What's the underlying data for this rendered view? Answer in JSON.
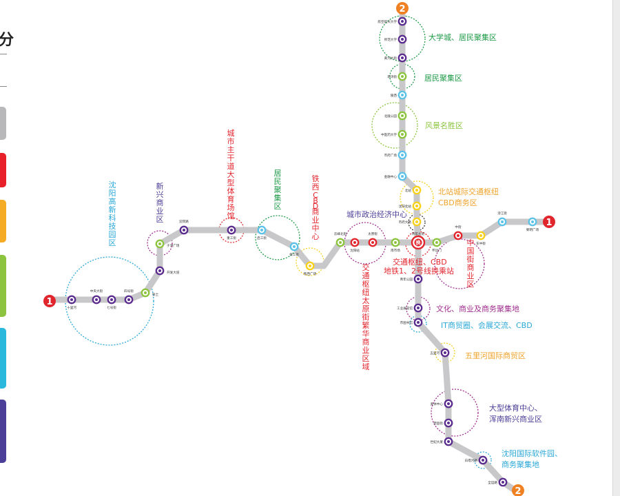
{
  "left_panel": {
    "partial_heading": "分",
    "tabs": [
      {
        "name": "gray",
        "color": "#b8b8ba"
      },
      {
        "name": "red",
        "color": "#e8202a"
      },
      {
        "name": "orange",
        "color": "#f6ab25"
      },
      {
        "name": "green",
        "color": "#8cc33f"
      },
      {
        "name": "cyan",
        "color": "#2ab9dd"
      },
      {
        "name": "purple",
        "color": "#4b3f97"
      }
    ]
  },
  "colors": {
    "track": "#c8c8ca",
    "line1_badge": "#e1252c",
    "line2_badge": "#f08123",
    "purple": "#5b2d8e",
    "green": "#8dc43f",
    "red": "#e3262e",
    "cyan": "#5bc3e8",
    "yellow": "#f7d11b",
    "blue_text": "#2f5597",
    "magenta": "#a02f8f",
    "label_dark_green": "#1e9a47",
    "label_light_green": "#8cc43f",
    "label_orange": "#f0a32b",
    "label_purple": "#4b3f97",
    "label_cyan": "#2aa8d8",
    "label_red": "#e3262e"
  },
  "line_badges": [
    {
      "line": "1",
      "end": "west",
      "color": "#e1252c"
    },
    {
      "line": "1",
      "end": "east",
      "color": "#e1252c"
    },
    {
      "line": "2",
      "end": "north",
      "color": "#f08123"
    },
    {
      "line": "2",
      "end": "south",
      "color": "#f08123"
    }
  ],
  "line1_stations": [
    {
      "name": "十里河",
      "color": "#5b2d8e"
    },
    {
      "name": "中央大街",
      "color": "#5b2d8e"
    },
    {
      "name": "七号街",
      "color": "#5b2d8e"
    },
    {
      "name": "四号街",
      "color": "#5b2d8e"
    },
    {
      "name": "张士",
      "color": "#8dc43f"
    },
    {
      "name": "开发大道",
      "color": "#5b2d8e"
    },
    {
      "name": "于洪广场",
      "color": "#8dc43f"
    },
    {
      "name": "迎宾路",
      "color": "#5b2d8e"
    },
    {
      "name": "重工街",
      "color": "#5b2d8e"
    },
    {
      "name": "启工街",
      "color": "#5bc3e8"
    },
    {
      "name": "保工街",
      "color": "#5bc3e8"
    },
    {
      "name": "铁西广场",
      "color": "#f7d11b"
    },
    {
      "name": "云峰北街",
      "color": "#8dc43f"
    },
    {
      "name": "沈阳站",
      "color": "#e3262e"
    },
    {
      "name": "太原街",
      "color": "#e3262e"
    },
    {
      "name": "南市场",
      "color": "#8dc43f"
    },
    {
      "name": "青年大街",
      "color": "#e3262e"
    },
    {
      "name": "怀远门",
      "color": "#8dc43f"
    },
    {
      "name": "中街",
      "color": "#e3262e"
    },
    {
      "name": "东中街",
      "color": "#f7d11b"
    },
    {
      "name": "滂江街",
      "color": "#5bc3e8"
    },
    {
      "name": "黎明广场",
      "color": "#5bc3e8"
    }
  ],
  "line2_stations": [
    {
      "name": "航空航天大学",
      "color": "#5b2d8e"
    },
    {
      "name": "师范大学",
      "color": "#5b2d8e"
    },
    {
      "name": "黄河大街",
      "color": "#5b2d8e"
    },
    {
      "name": "塔湾街",
      "color": "#8dc43f"
    },
    {
      "name": "陵西",
      "color": "#5bc3e8"
    },
    {
      "name": "北陵公园",
      "color": "#8dc43f"
    },
    {
      "name": "中医药大学",
      "color": "#8dc43f"
    },
    {
      "name": "市府广场",
      "color": "#5bc3e8"
    },
    {
      "name": "金融中心",
      "color": "#5bc3e8"
    },
    {
      "name": "北站",
      "color": "#f7d11b"
    },
    {
      "name": "沈阳北站",
      "color": "#f7d11b"
    },
    {
      "name": "市府大路",
      "color": "#f7d11b"
    },
    {
      "name": "青年公园",
      "color": "#5b2d8e"
    },
    {
      "name": "工业展览馆",
      "color": "#5b2d8e"
    },
    {
      "name": "市图书馆",
      "color": "#5b2d8e"
    },
    {
      "name": "五里河",
      "color": "#5b2d8e"
    },
    {
      "name": "奥体中心",
      "color": "#5b2d8e"
    },
    {
      "name": "营盘街",
      "color": "#5b2d8e"
    },
    {
      "name": "世纪大厦",
      "color": "#5b2d8e"
    },
    {
      "name": "白塔河路",
      "color": "#5b2d8e"
    },
    {
      "name": "全运路",
      "color": "#5b2d8e"
    }
  ],
  "interchange": {
    "glyph": "换",
    "color": "#e3262e"
  },
  "zones": [
    {
      "id": "shenyang-high-tech-park",
      "text": "沈阳高新科技园区",
      "color": "#2aa8d8",
      "orient": "vertical"
    },
    {
      "id": "xinxing-business",
      "text": "新兴商业区",
      "color": "#4b3f97",
      "orient": "vertical"
    },
    {
      "id": "trunk-road-stadium",
      "text": "城市主干道大型体育场馆",
      "color": "#e3262e",
      "orient": "vertical"
    },
    {
      "id": "residential-west",
      "text": "居民聚集区",
      "color": "#1e9a47",
      "orient": "vertical"
    },
    {
      "id": "tiexi-cbd",
      "text": "铁西CBD商业中心",
      "color": "#e3262e",
      "orient": "vertical"
    },
    {
      "id": "university-residential",
      "text": "大学城、居民聚集区",
      "color": "#1e9a47",
      "orient": "horizontal"
    },
    {
      "id": "residential-north",
      "text": "居民聚集区",
      "color": "#1e9a47",
      "orient": "horizontal"
    },
    {
      "id": "scenic",
      "text": "风景名胜区",
      "color": "#8cc43f",
      "orient": "horizontal"
    },
    {
      "id": "north-station-hub",
      "text": "北站城际交通枢纽",
      "color": "#f0a32b",
      "orient": "horizontal"
    },
    {
      "id": "north-station-cbd",
      "text": "CBD商务区",
      "color": "#f0a32b",
      "orient": "horizontal"
    },
    {
      "id": "political-economic",
      "text": "城市政治经济中心",
      "color": "#4b3f97",
      "orient": "horizontal"
    },
    {
      "id": "transit-hub-1",
      "text": "交通枢纽、CBD",
      "color": "#e3262e",
      "orient": "horizontal"
    },
    {
      "id": "transit-hub-2",
      "text": "地铁1、2号线换乘站",
      "color": "#e3262e",
      "orient": "horizontal"
    },
    {
      "id": "zhongjie-commercial",
      "text": "中国街商业区",
      "color": "#e3262e",
      "orient": "vertical"
    },
    {
      "id": "taiyuan-street",
      "text": "交通枢纽太原街繁华商业区域",
      "color": "#e3262e",
      "orient": "vertical"
    },
    {
      "id": "culture-business",
      "text": "文化、商业及商务聚集地",
      "color": "#a02f8f",
      "orient": "horizontal"
    },
    {
      "id": "it-trade",
      "text": "IT商贸圈、会展交流、CBD",
      "color": "#2aa8d8",
      "orient": "horizontal"
    },
    {
      "id": "wulihe-trade",
      "text": "五里河国际商贸区",
      "color": "#f0a32b",
      "orient": "horizontal"
    },
    {
      "id": "sports-center-1",
      "text": "大型体育中心、",
      "color": "#4b3f97",
      "orient": "horizontal"
    },
    {
      "id": "sports-center-2",
      "text": "浑南新兴商业区",
      "color": "#4b3f97",
      "orient": "horizontal"
    },
    {
      "id": "software-park-1",
      "text": "沈阳国际软件园、",
      "color": "#2aa8d8",
      "orient": "horizontal"
    },
    {
      "id": "software-park-2",
      "text": "商务聚集地",
      "color": "#2aa8d8",
      "orient": "horizontal"
    }
  ]
}
